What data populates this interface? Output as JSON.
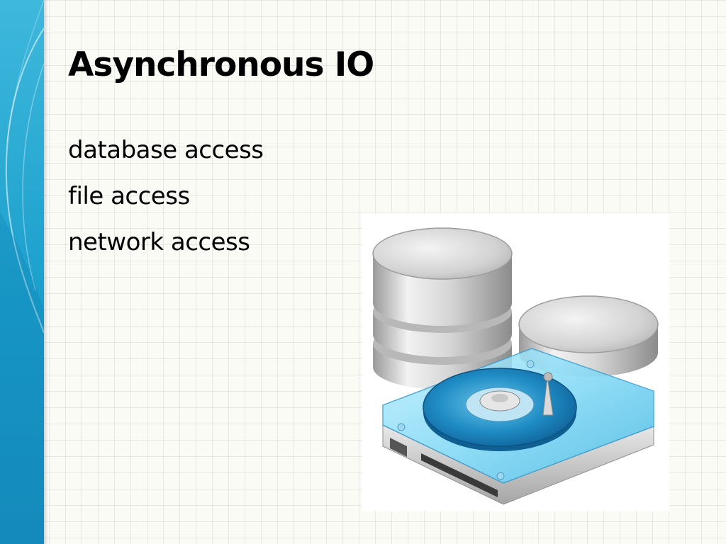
{
  "slide": {
    "title": "Asynchronous IO",
    "bullets": [
      "database access",
      "file access",
      "network access"
    ]
  },
  "theme": {
    "accent": "#1a9fcc",
    "background": "#fbfbf6"
  },
  "illustration": {
    "icon": "database-and-hard-drive-icon"
  }
}
